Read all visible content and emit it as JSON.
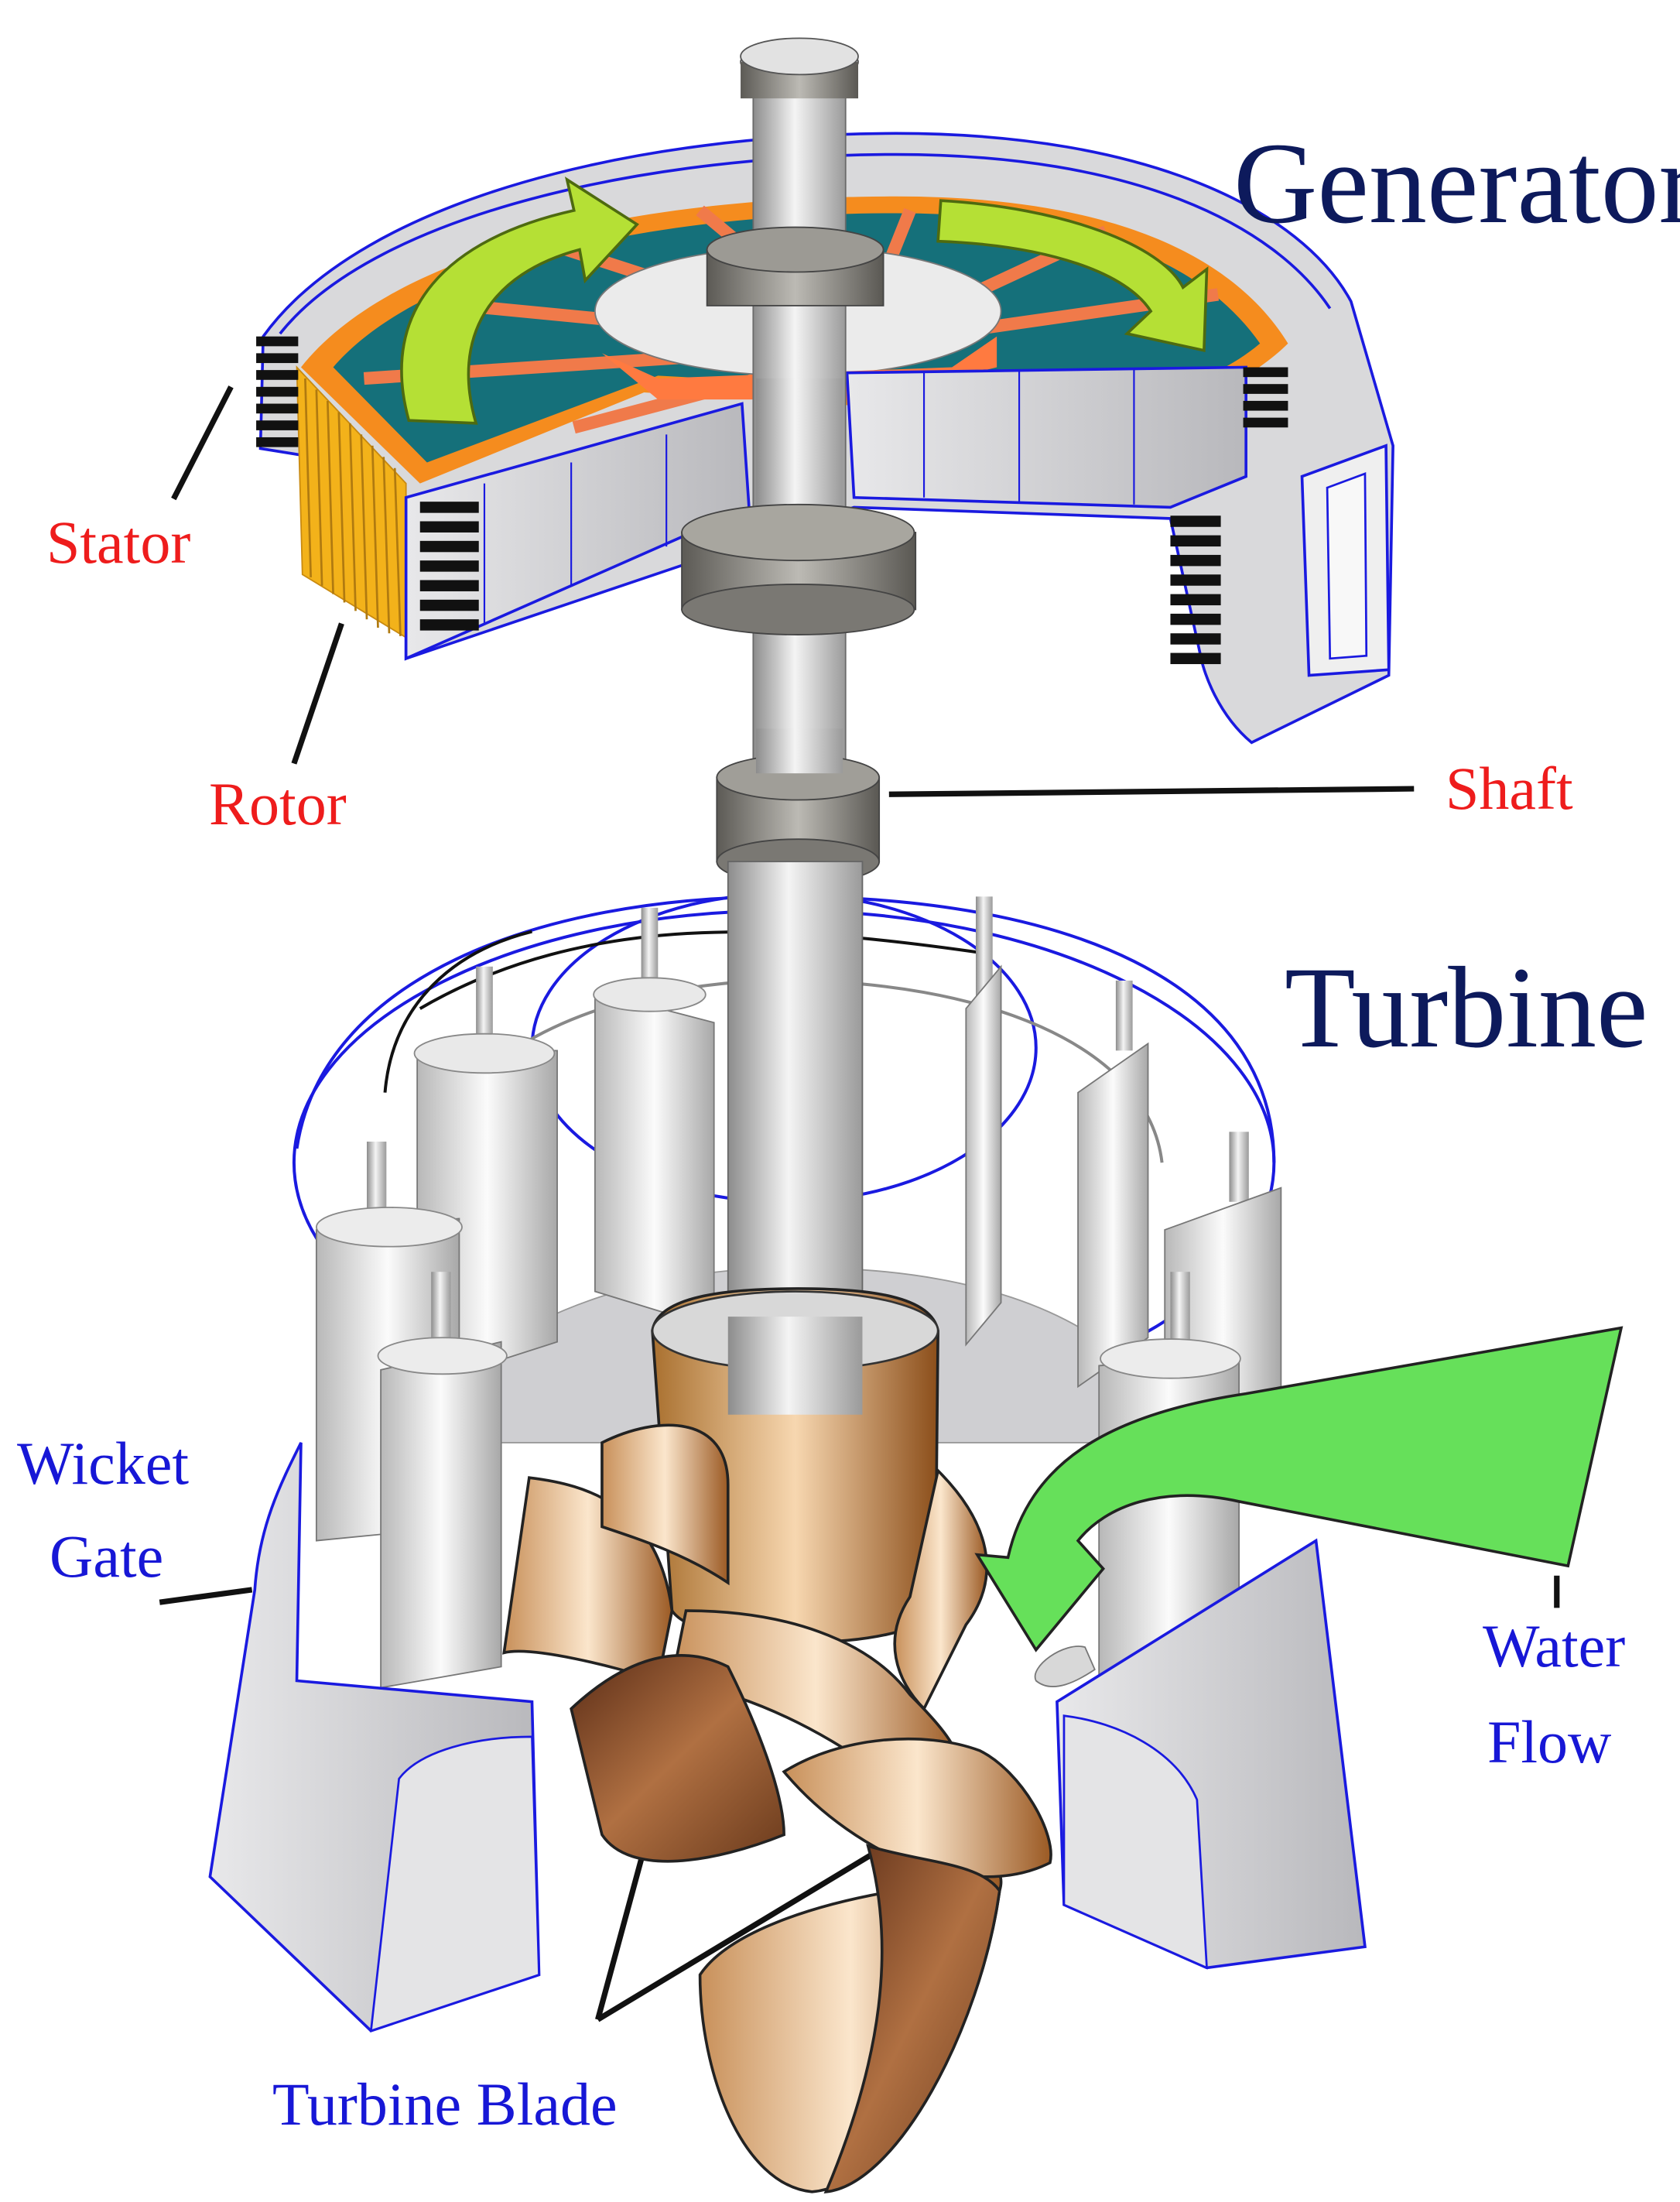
{
  "labels": {
    "generator": "Generator",
    "turbine": "Turbine",
    "stator": "Stator",
    "rotor": "Rotor",
    "shaft": "Shaft",
    "wicket_gate": [
      "Wicket",
      "Gate"
    ],
    "water_flow": [
      "Water",
      "Flow"
    ],
    "turbine_blade": "Turbine Blade"
  },
  "colors": {
    "heading": "#0d1a5c",
    "component_label": "#ee1c1c",
    "turbine_label": "#1717d6",
    "outline": "#1a1ae0",
    "rotor_face": "#15707a",
    "rotor_rim": "#f58c1e",
    "rotor_spoke": "#f07a4a",
    "rotation_arrow": "#b5e035",
    "water_flow": "#66e05a",
    "blade_bronze": "#c98a4e",
    "steel": "#cfcfcf"
  },
  "icons": [
    "rotation-arrow-icon",
    "water-flow-arrow-icon"
  ]
}
